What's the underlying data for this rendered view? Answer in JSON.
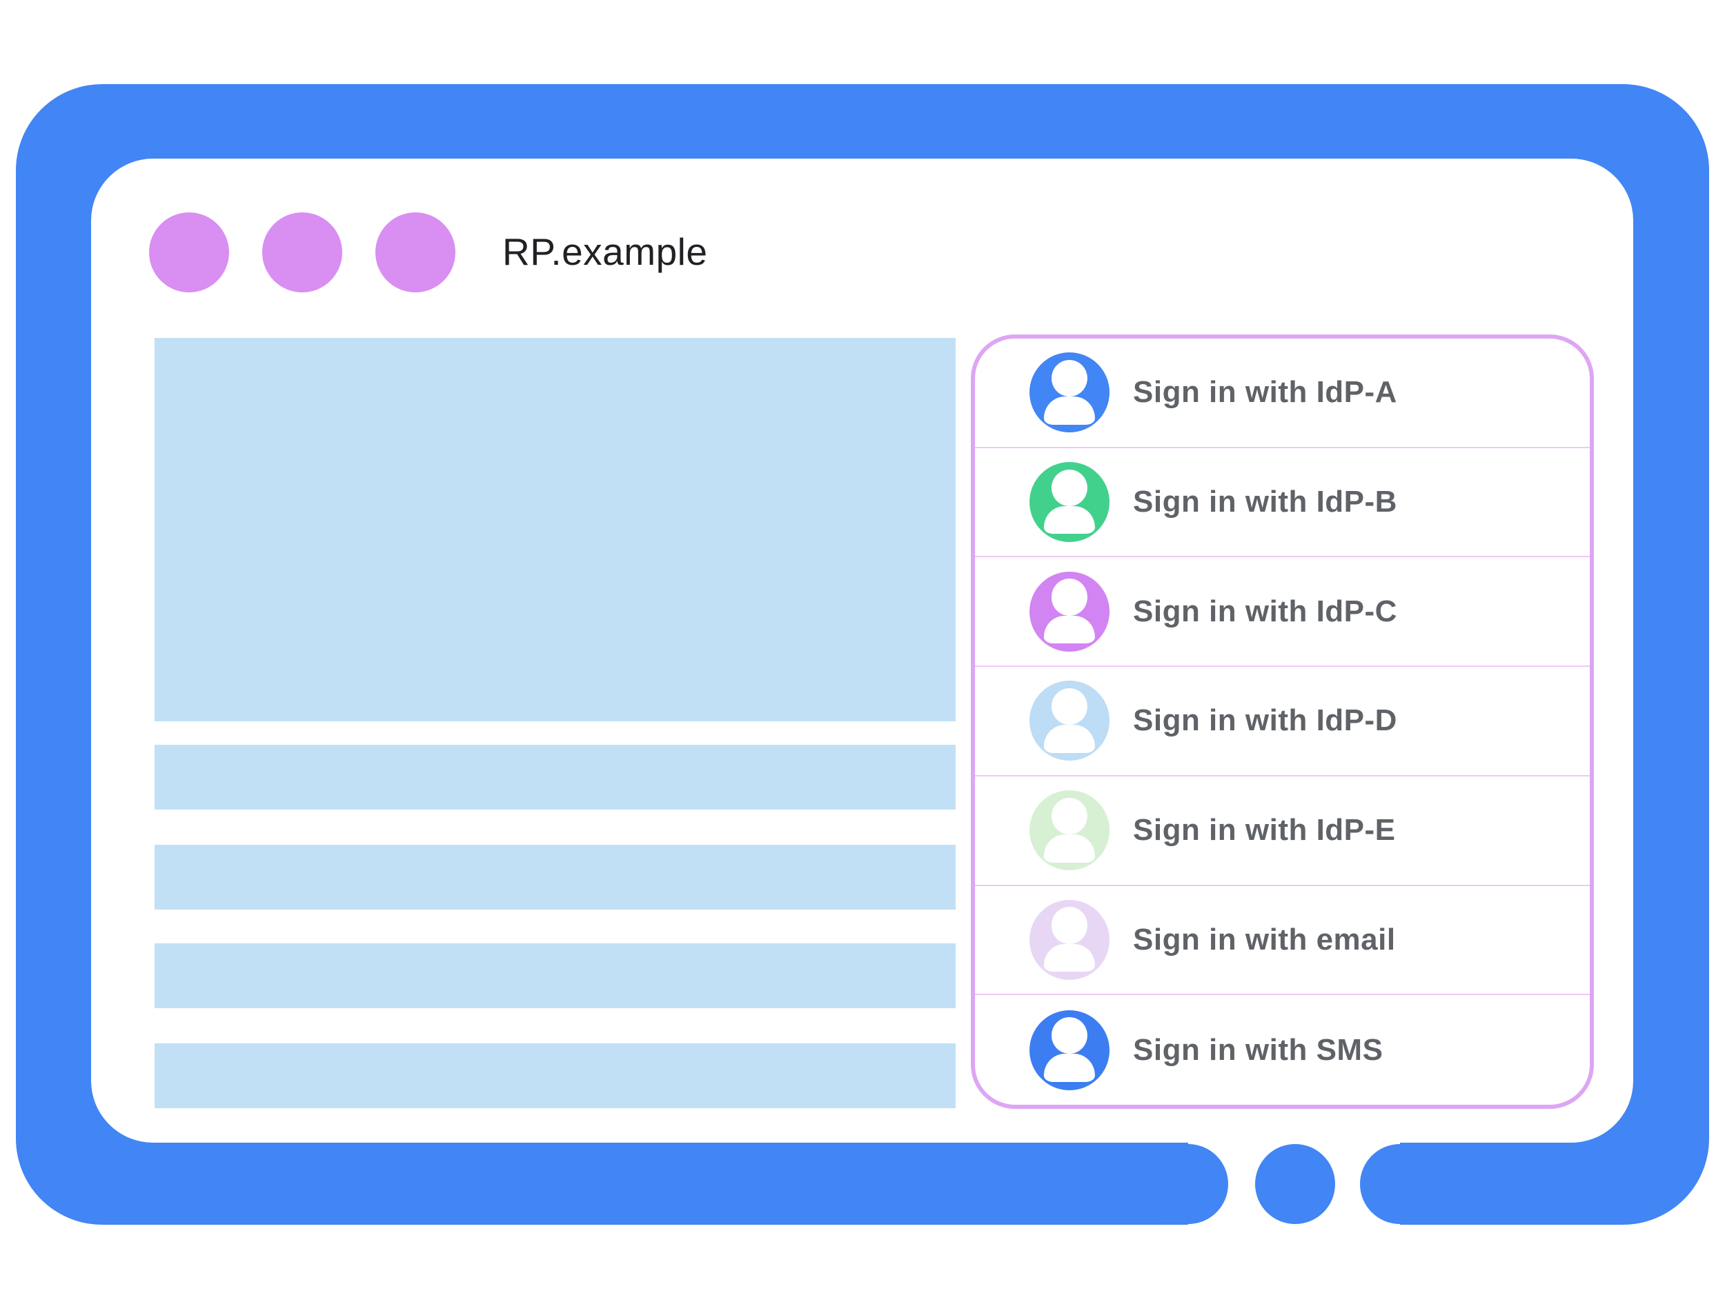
{
  "browser_window": {
    "title": "RP.example"
  },
  "signin_panel": {
    "items": [
      {
        "label": "Sign in with IdP-A",
        "avatar_color": "#4285f4"
      },
      {
        "label": "Sign in with IdP-B",
        "avatar_color": "#42d18c"
      },
      {
        "label": "Sign in with IdP-C",
        "avatar_color": "#d284f2"
      },
      {
        "label": "Sign in with IdP-D",
        "avatar_color": "#bddcf5"
      },
      {
        "label": "Sign in with IdP-E",
        "avatar_color": "#d7f0d4"
      },
      {
        "label": "Sign in with email",
        "avatar_color": "#e8d7f4"
      },
      {
        "label": "Sign in with SMS",
        "avatar_color": "#3c7df2"
      }
    ]
  },
  "colors": {
    "frame": "#4285f4",
    "window-dot": "#d98ef2",
    "placeholder": "#c2e0f5",
    "panel-border": "#dda6f3",
    "panel-divider": "#efc9f5",
    "label-text": "#5f6368",
    "title-text": "#202124"
  }
}
